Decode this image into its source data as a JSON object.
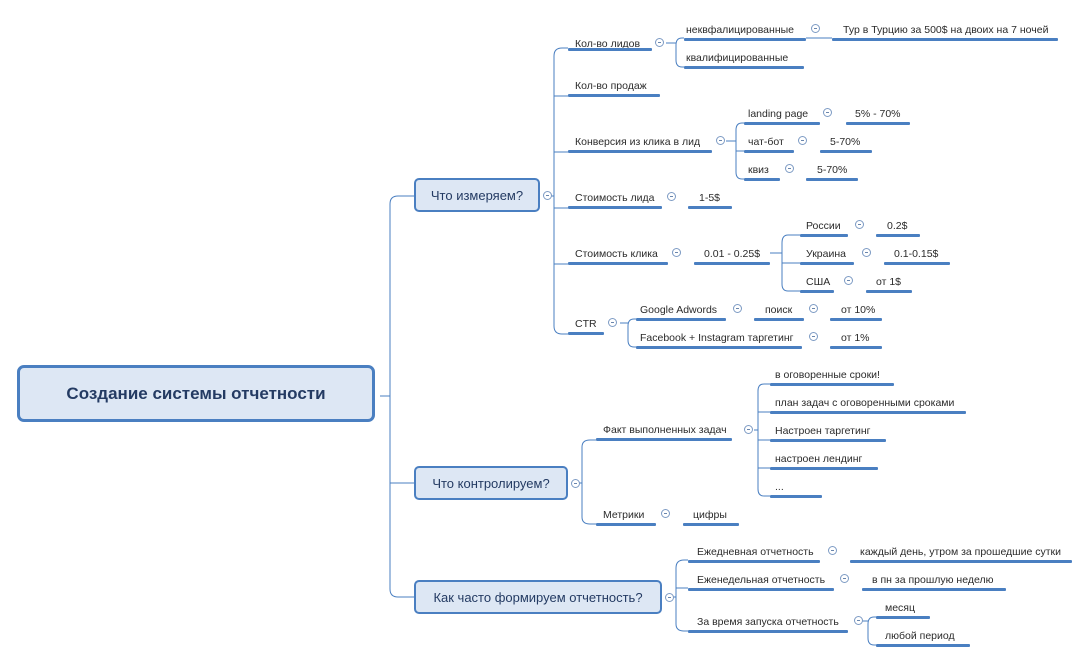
{
  "root": {
    "label": "Создание системы отчетности"
  },
  "branches": {
    "measure": {
      "label": "Что измеряем?",
      "leads": "Кол-во лидов",
      "unqualified": "неквфалицированные",
      "tour": "Тур в Турцию за 500$ на двоих на 7 ночей",
      "qualified": "квалифицированные",
      "sales": "Кол-во продаж",
      "conversion": "Конверсия из клика в лид",
      "landing": "landing page",
      "landing_val": "5% - 70%",
      "chatbot": "чат-бот",
      "chatbot_val": "5-70%",
      "quiz": "квиз",
      "quiz_val": "5-70%",
      "lead_cost": "Стоимость лида",
      "lead_cost_val": "1-5$",
      "click_cost": "Стоимость клика",
      "click_cost_val": "0.01 - 0.25$",
      "russia": "России",
      "russia_val": "0.2$",
      "ukraine": "Украина",
      "ukraine_val": "0.1-0.15$",
      "usa": "США",
      "usa_val": "от 1$",
      "ctr": "CTR",
      "google": "Google Adwords",
      "search": "поиск",
      "search_val": "от 10%",
      "facebook": "Facebook + Instagram таргетинг",
      "facebook_val": "от 1%"
    },
    "control": {
      "label": "Что контролируем?",
      "tasks": "Факт выполненных задач",
      "t1": "в оговоренные сроки!",
      "t2": "план задач с оговоренными сроками",
      "t3": "Настроен таргетинг",
      "t4": "настроен лендинг",
      "t5": "...",
      "metrics": "Метрики",
      "numbers": "цифры"
    },
    "frequency": {
      "label": "Как часто формируем отчетность?",
      "daily": "Ежедневная отчетность",
      "daily_val": "каждый день, утром за прошедшие сутки",
      "weekly": "Еженедельная отчетность",
      "weekly_val": "в пн за прошлую неделю",
      "launch": "За время запуска отчетность",
      "month": "месяц",
      "any": "любой период"
    }
  },
  "colors": {
    "line": "#4a7fc1",
    "box_fill": "#dde7f4",
    "box_text": "#243b63"
  }
}
